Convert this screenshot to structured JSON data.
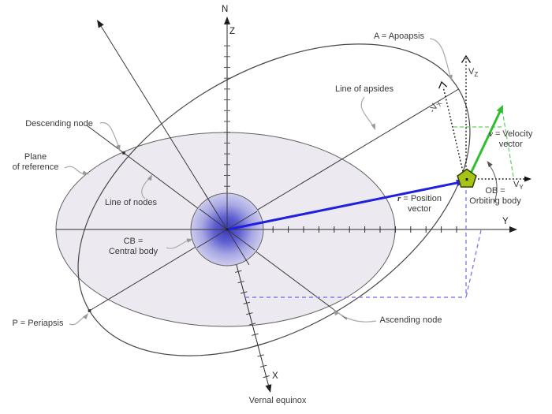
{
  "figure": {
    "description": "Diagram of Keplerian orbital elements: central body, orbiting body, reference plane, orbit ellipse, nodes, apsides, position and velocity vectors"
  },
  "colors": {
    "background": "#ffffff",
    "plane_fill": "#ece9f1",
    "plane_stroke": "#5f5f5f",
    "orbit_stroke": "#474747",
    "line": "#3a3a3a",
    "position_vector_blue": "#2020dd",
    "velocity_vector_green": "#2ebf2e",
    "green_dashed": "#5fd05f",
    "blue_dashed": "#8080f0",
    "leader_gray": "#aaaaaa",
    "central_body_core": "#3b3bc0",
    "central_body_edge": "#ccccee",
    "orbiting_body_fill": "#a6c418",
    "text": "#383838"
  },
  "labels": {
    "north_axis": "N",
    "z_axis": "Z",
    "x_axis": "X",
    "y_axis": "Y",
    "apoapsis": "A = Apoapsis",
    "line_of_apsides": "Line of apsides",
    "descending_node": "Descending node",
    "plane_of_reference_1": "Plane",
    "plane_of_reference_2": "of reference",
    "line_of_nodes": "Line of nodes",
    "central_body_1": "CB =",
    "central_body_2": "Central body",
    "periapsis": "P = Periapsis",
    "ascending_node": "Ascending node",
    "vernal_equinox": "Vernal equinox",
    "velocity_symbol": "v",
    "velocity_text": "= Velocity",
    "velocity_line2": "vector",
    "position_symbol": "r",
    "position_text": "= Position",
    "position_line2": "vector",
    "orbiting_body_1": "OB =",
    "orbiting_body_2": "Orbiting body",
    "v_letter": "V",
    "vz_sub": "Z",
    "vy_sub": "Y",
    "vx_prefix": "-V",
    "vx_sub": "X"
  }
}
